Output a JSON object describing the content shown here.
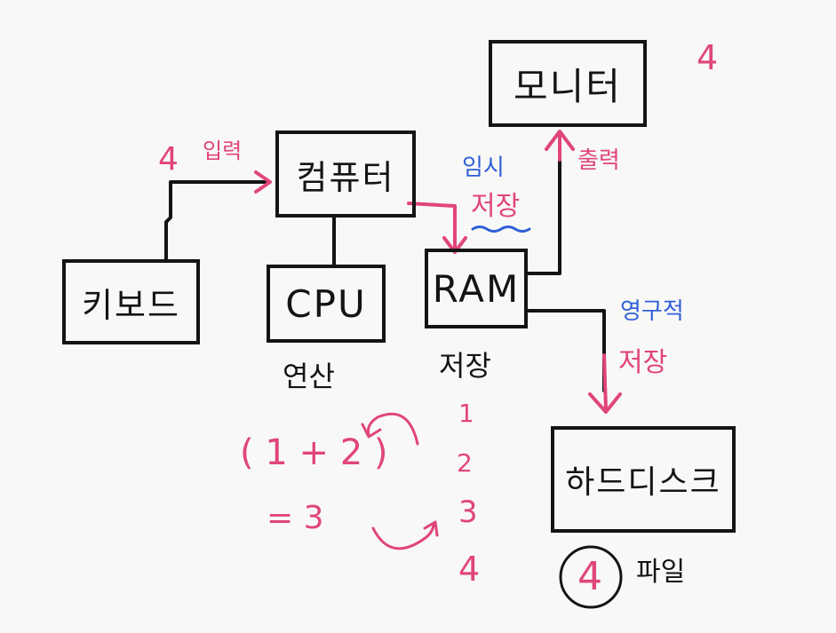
{
  "nodes": {
    "monitor": "모니터",
    "computer": "컴퓨터",
    "keyboard": "키보드",
    "cpu": "CPU",
    "ram": "RAM",
    "harddisk": "하드디스크"
  },
  "labels": {
    "top_right_number": "4",
    "input_number": "4",
    "input": "입력",
    "output": "출력",
    "temp_1": "임시",
    "temp_2": "저장",
    "perm_1": "영구적",
    "perm_2": "저장",
    "cpu_caption": "연산",
    "ram_caption": "저장",
    "expr_1": "( 1 + 2 )",
    "expr_2": "= 3",
    "mem_1": "1",
    "mem_2": "2",
    "mem_3": "3",
    "mem_4": "4",
    "file_number": "4",
    "file_label": "파일"
  },
  "colors": {
    "ink": "#141414",
    "pink": "#e0457b",
    "blue": "#2f5fd8",
    "paper": "#f8f8f7"
  }
}
